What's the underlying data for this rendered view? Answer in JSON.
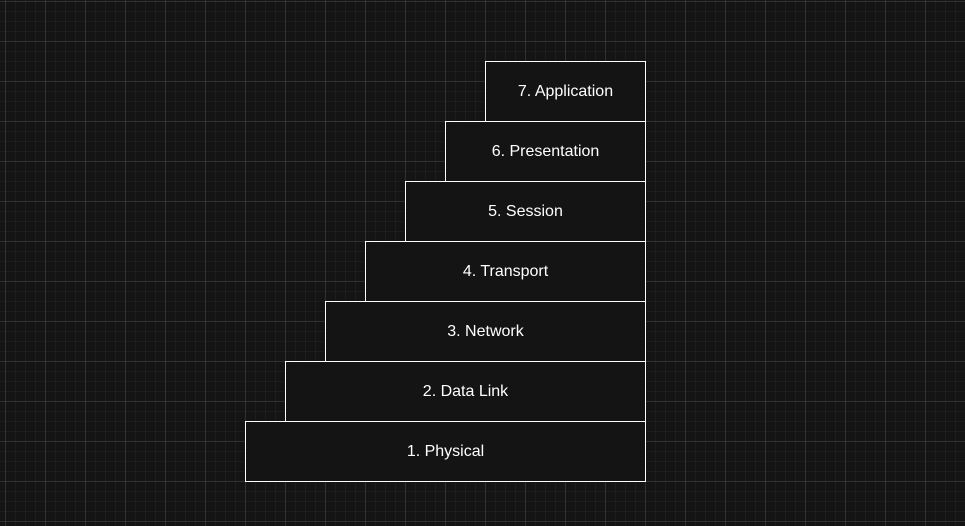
{
  "diagram": {
    "layers": [
      {
        "label": "7. Application"
      },
      {
        "label": "6. Presentation"
      },
      {
        "label": "5. Session"
      },
      {
        "label": "4. Transport"
      },
      {
        "label": "3. Network"
      },
      {
        "label": "2. Data Link"
      },
      {
        "label": "1. Physical"
      }
    ]
  },
  "colors": {
    "background": "#141414",
    "box_fill": "#141414",
    "box_border": "#ffffff",
    "text": "#ffffff"
  }
}
